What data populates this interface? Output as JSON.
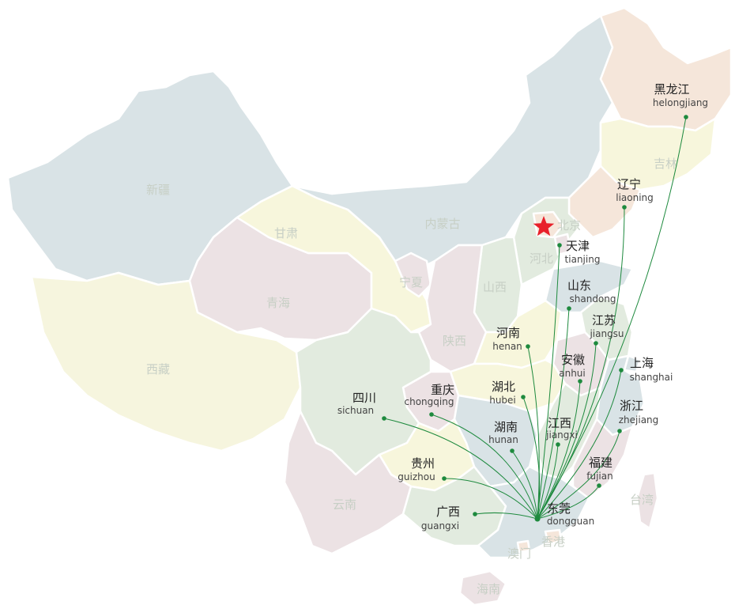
{
  "map": {
    "capital": "北京",
    "hub": {
      "zh": "东莞",
      "py": "dongguan"
    },
    "background_regions": [
      "新疆",
      "西藏",
      "青海",
      "甘肃",
      "内蒙古",
      "宁夏",
      "陕西",
      "山西",
      "河北",
      "北京",
      "吉林",
      "云南",
      "台湾",
      "香港",
      "澳门",
      "海南"
    ],
    "destinations": [
      {
        "zh": "黑龙江",
        "py": "helongjiang"
      },
      {
        "zh": "辽宁",
        "py": "liaoning"
      },
      {
        "zh": "天津",
        "py": "tianjing"
      },
      {
        "zh": "山东",
        "py": "shandong"
      },
      {
        "zh": "江苏",
        "py": "jiangsu"
      },
      {
        "zh": "河南",
        "py": "henan"
      },
      {
        "zh": "安徽",
        "py": "anhui"
      },
      {
        "zh": "上海",
        "py": "shanghai"
      },
      {
        "zh": "湖北",
        "py": "hubei"
      },
      {
        "zh": "重庆",
        "py": "chongqing"
      },
      {
        "zh": "四川",
        "py": "sichuan"
      },
      {
        "zh": "浙江",
        "py": "zhejiang"
      },
      {
        "zh": "湖南",
        "py": "hunan"
      },
      {
        "zh": "江西",
        "py": "jiangxi"
      },
      {
        "zh": "贵州",
        "py": "guizhou"
      },
      {
        "zh": "福建",
        "py": "fujian"
      },
      {
        "zh": "广西",
        "py": "guangxi"
      }
    ],
    "colors": {
      "route": "#1e8a3e",
      "capital_star": "#e8202a",
      "faint_label": "#c7cfc5",
      "province_blue": "#d9e3e6",
      "province_cream": "#f6f5de",
      "province_pink": "#ece2e4",
      "province_green": "#e2ebdf",
      "province_peach": "#f5e6da",
      "province_yellow": "#f7f6dc",
      "border": "#ffffff"
    }
  }
}
